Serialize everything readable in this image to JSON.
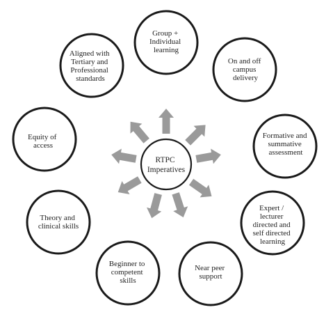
{
  "center": {
    "lines": [
      "RTPC",
      "Imperatives"
    ]
  },
  "nodes": [
    {
      "id": "group-individual",
      "lines": [
        "Group +",
        "Individual",
        "learning"
      ]
    },
    {
      "id": "on-off-campus",
      "lines": [
        "On and off",
        "campus",
        "delivery"
      ]
    },
    {
      "id": "formative-summative",
      "lines": [
        "Formative and",
        "summative",
        "assessment"
      ]
    },
    {
      "id": "expert-self-directed",
      "lines": [
        "Expert /",
        "lecturer",
        "directed and",
        "self directed",
        "learning"
      ]
    },
    {
      "id": "near-peer",
      "lines": [
        "Near peer",
        "support"
      ]
    },
    {
      "id": "beginner-competent",
      "lines": [
        "Beginner to",
        "competent",
        "skills"
      ]
    },
    {
      "id": "theory-clinical",
      "lines": [
        "Theory and",
        "clinical skills"
      ]
    },
    {
      "id": "equity-access",
      "lines": [
        "Equity of",
        "access"
      ]
    },
    {
      "id": "aligned-standards",
      "lines": [
        "Aligned with",
        "Tertiary and",
        "Professional",
        "standards"
      ]
    }
  ],
  "colors": {
    "stroke": "#1a1a1a",
    "arrow": "#9a9a9a",
    "text": "#222222"
  }
}
